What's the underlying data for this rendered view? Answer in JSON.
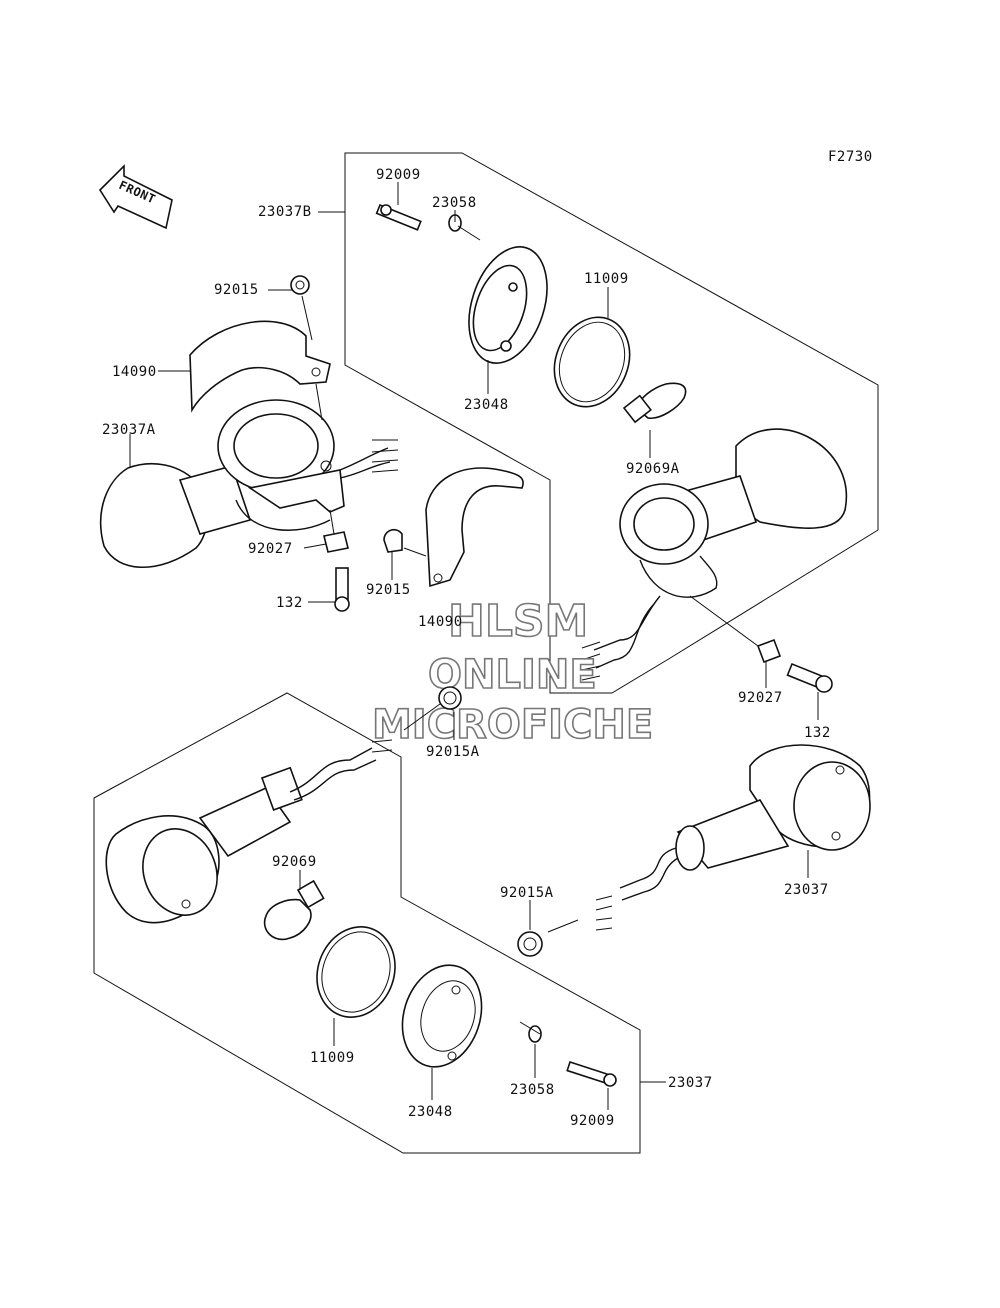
{
  "figure_code": "F2730",
  "front_arrow_text": "FRONT",
  "watermark": {
    "line1": "HLSM",
    "line2": "ONLINE",
    "line3": "MICROFICHE"
  },
  "labels": {
    "l92009_top": "92009",
    "l23058_top": "23058",
    "l23037B": "23037B",
    "l11009_top": "11009",
    "l92015_top": "92015",
    "l14090_left": "14090",
    "l23048_top": "23048",
    "l23037A": "23037A",
    "l92069A": "92069A",
    "l92027_left": "92027",
    "l92015_mid": "92015",
    "l132_left": "132",
    "l14090_mid": "14090",
    "l92027_right": "92027",
    "l132_right": "132",
    "l92015A_mid": "92015A",
    "l92069": "92069",
    "l23037_right": "23037",
    "l92015A_low": "92015A",
    "l11009_low": "11009",
    "l23058_low": "23058",
    "l23037_low": "23037",
    "l23048_low": "23048",
    "l92009_low": "92009"
  }
}
